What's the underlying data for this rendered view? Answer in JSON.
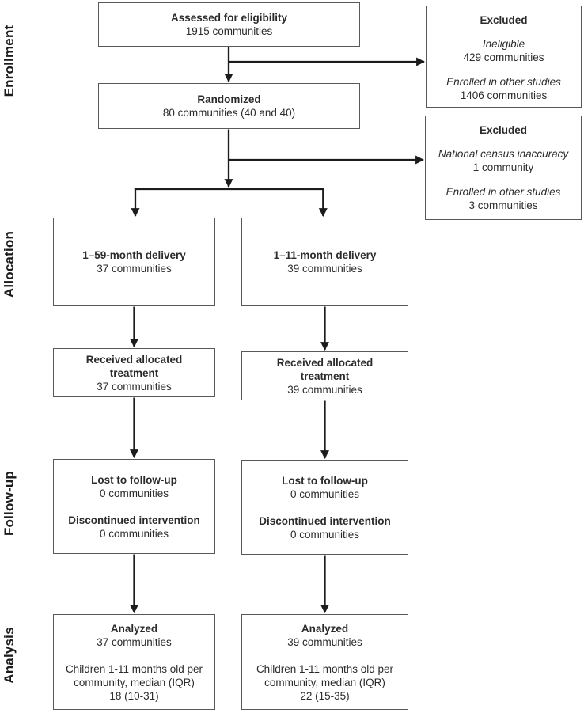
{
  "colors": {
    "box_border": "#58595b",
    "text": "#2b2b2b",
    "arrow": "#1c1c1c"
  },
  "stage_labels": [
    {
      "id": "enrollment",
      "label": "Enrollment"
    },
    {
      "id": "allocation",
      "label": "Allocation"
    },
    {
      "id": "followup",
      "label": "Follow-up"
    },
    {
      "id": "analysis",
      "label": "Analysis"
    }
  ],
  "boxes": {
    "assessed": {
      "title": "Assessed for eligibility",
      "subtitle": "1915 communities"
    },
    "excluded_top": {
      "title": "Excluded",
      "reasons": [
        {
          "label": "Ineligible",
          "count": "429 communities"
        },
        {
          "label": "Enrolled in other studies",
          "count": "1406 communities"
        }
      ]
    },
    "randomized": {
      "title": "Randomized",
      "subtitle": "80 communities (40 and 40)"
    },
    "excluded_bottom": {
      "title": "Excluded",
      "reasons": [
        {
          "label": "National census inaccuracy",
          "count": "1 community"
        },
        {
          "label": "Enrolled in other studies",
          "count": "3 communities"
        }
      ]
    },
    "allocation_left": {
      "title": "1–59-month delivery",
      "subtitle": "37 communities"
    },
    "allocation_right": {
      "title": "1–11-month delivery",
      "subtitle": "39 communities"
    },
    "received_left": {
      "title": "Received allocated treatment",
      "subtitle": "37 communities"
    },
    "received_right": {
      "title": "Received allocated treatment",
      "subtitle": "39 communities"
    },
    "followup_left": {
      "sections": [
        {
          "title": "Lost to follow-up",
          "count": "0 communities"
        },
        {
          "title": "Discontinued intervention",
          "count": "0 communities"
        }
      ]
    },
    "followup_right": {
      "sections": [
        {
          "title": "Lost to follow-up",
          "count": "0 communities"
        },
        {
          "title": "Discontinued intervention",
          "count": "0 communities"
        }
      ]
    },
    "analysis_left": {
      "title": "Analyzed",
      "subtitle": "37 communities",
      "detail": "Children 1-11 months old per community, median (IQR)",
      "value": "18 (10-31)"
    },
    "analysis_right": {
      "title": "Analyzed",
      "subtitle": "39 communities",
      "detail": "Children 1-11 months old per community, median (IQR)",
      "value": "22 (15-35)"
    }
  }
}
